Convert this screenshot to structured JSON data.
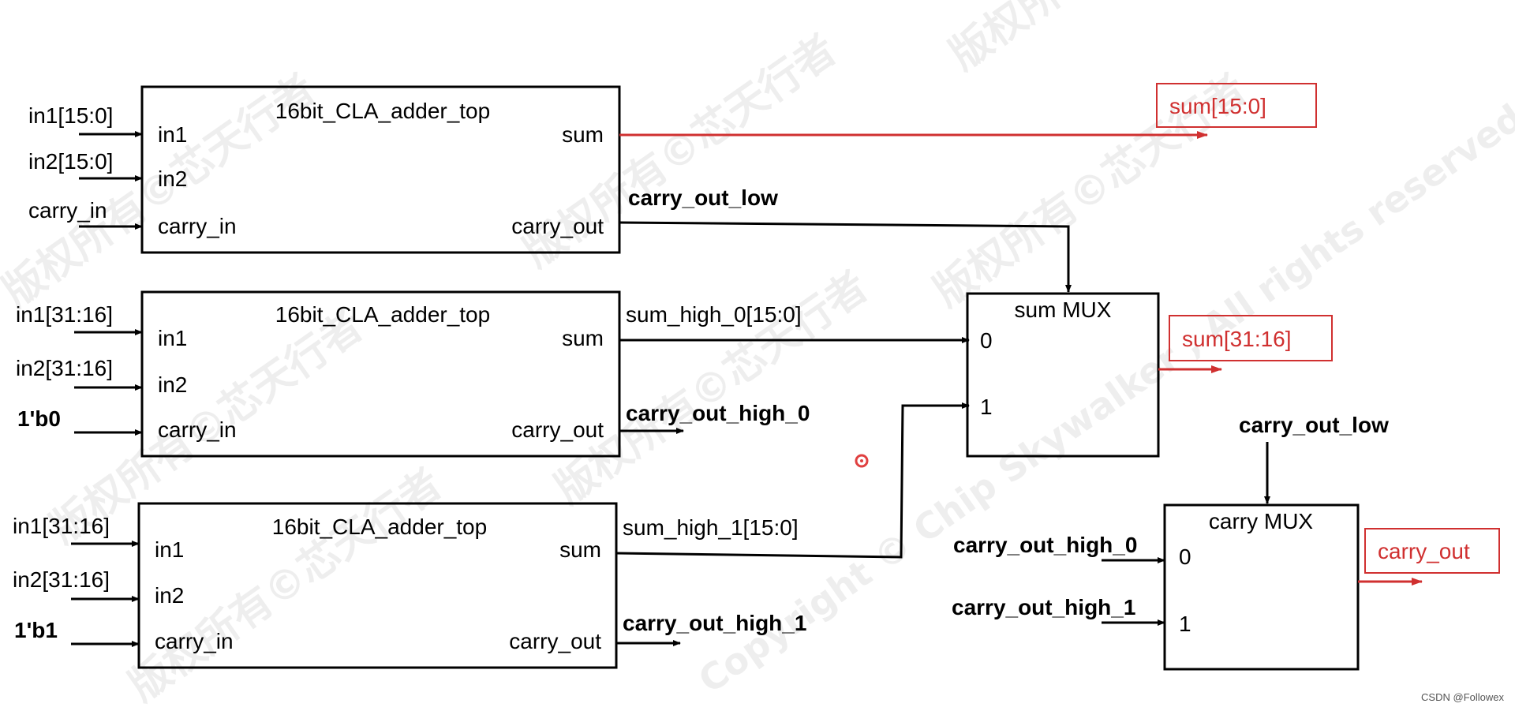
{
  "adders": [
    {
      "title": "16bit_CLA_adder_top",
      "port_in1": "in1",
      "port_in2": "in2",
      "port_cin": "carry_in",
      "port_sum": "sum",
      "port_cout": "carry_out",
      "ext_in1": "in1[15:0]",
      "ext_in2": "in2[15:0]",
      "ext_cin": "carry_in"
    },
    {
      "title": "16bit_CLA_adder_top",
      "port_in1": "in1",
      "port_in2": "in2",
      "port_cin": "carry_in",
      "port_sum": "sum",
      "port_cout": "carry_out",
      "ext_in1": "in1[31:16]",
      "ext_in2": "in2[31:16]",
      "ext_cin": "1'b0"
    },
    {
      "title": "16bit_CLA_adder_top",
      "port_in1": "in1",
      "port_in2": "in2",
      "port_cin": "carry_in",
      "port_sum": "sum",
      "port_cout": "carry_out",
      "ext_in1": "in1[31:16]",
      "ext_in2": "in2[31:16]",
      "ext_cin": "1'b1"
    }
  ],
  "signals": {
    "carry_out_low": "carry_out_low",
    "sum_high_0": "sum_high_0[15:0]",
    "carry_out_high_0": "carry_out_high_0",
    "sum_high_1": "sum_high_1[15:0]",
    "carry_out_high_1": "carry_out_high_1",
    "carry_out_low_2": "carry_out_low",
    "carry_out_high_0_2": "carry_out_high_0",
    "carry_out_high_1_2": "carry_out_high_1"
  },
  "sum_mux": {
    "title": "sum MUX",
    "in0": "0",
    "in1": "1"
  },
  "carry_mux": {
    "title": "carry MUX",
    "in0": "0",
    "in1": "1"
  },
  "outputs": {
    "sum_low": "sum[15:0]",
    "sum_high": "sum[31:16]",
    "carry_out": "carry_out"
  },
  "watermark": {
    "cn": "版权所有©芯天行者",
    "en": "Copyright © Chip Skywalker , All rights reserved"
  },
  "credit": "CSDN @Followex",
  "colors": {
    "wire": "#000000",
    "output": "#d03030"
  }
}
